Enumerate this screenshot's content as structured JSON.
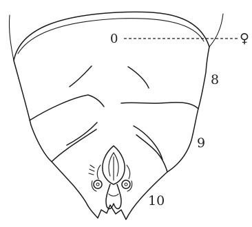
{
  "labels": {
    "marker_left": "0",
    "marker_right": "♀",
    "segment_8": "8",
    "segment_9": "9",
    "segment_10": "10"
  }
}
